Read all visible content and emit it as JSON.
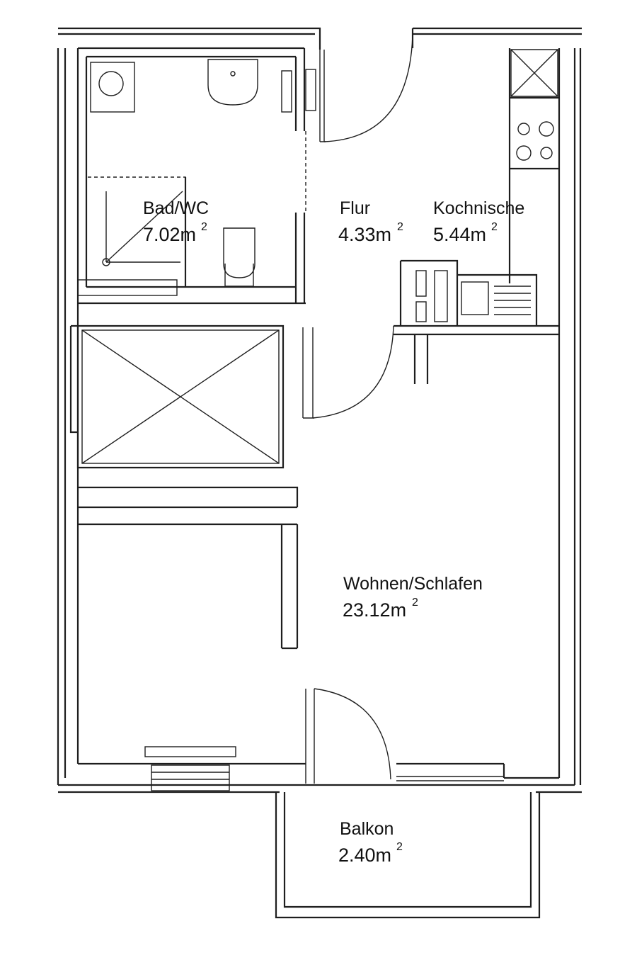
{
  "rooms": {
    "bad_wc": {
      "name": "Bad/WC",
      "area": "7.02m",
      "unit_sup": "2"
    },
    "flur": {
      "name": "Flur",
      "area": "4.33m",
      "unit_sup": "2"
    },
    "kochnische": {
      "name": "Kochnische",
      "area": "5.44m",
      "unit_sup": "2"
    },
    "wohnen": {
      "name": "Wohnen/Schlafen",
      "area": "23.12m",
      "unit_sup": "2"
    },
    "balkon": {
      "name": "Balkon",
      "area": "2.40m",
      "unit_sup": "2"
    }
  }
}
